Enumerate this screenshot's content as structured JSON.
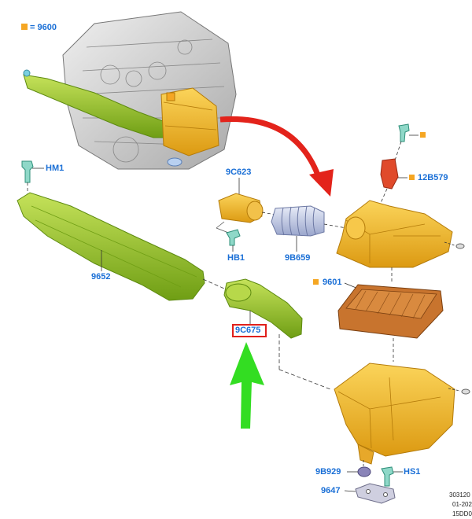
{
  "labels": {
    "legend": "= 9600",
    "hm1": "HM1",
    "p9c623": "9C623",
    "hb1": "HB1",
    "p9b659": "9B659",
    "p9652": "9652",
    "p9c675": "9C675",
    "p12b579": "12B579",
    "p9601": "9601",
    "p9b929": "9B929",
    "hs1": "HS1",
    "p9647": "9647"
  },
  "reference": {
    "line1": "303120",
    "line2": "01-202",
    "line3": "15DD0"
  },
  "colors": {
    "label_blue": "#1a6fd6",
    "marker_orange": "#f5a623",
    "air_box_yellow": "#f2b92a",
    "duct_green": "#9ecb2f",
    "filter_brown": "#c8742e",
    "red_arrow": "#e3231b",
    "green_arrow": "#33dd22",
    "highlight_box": "#e0201b"
  },
  "icons": {
    "legend_marker": "orange-square-icon",
    "callout_arrow": "red-curved-arrow-icon",
    "pointer_arrow": "green-up-arrow-icon"
  }
}
